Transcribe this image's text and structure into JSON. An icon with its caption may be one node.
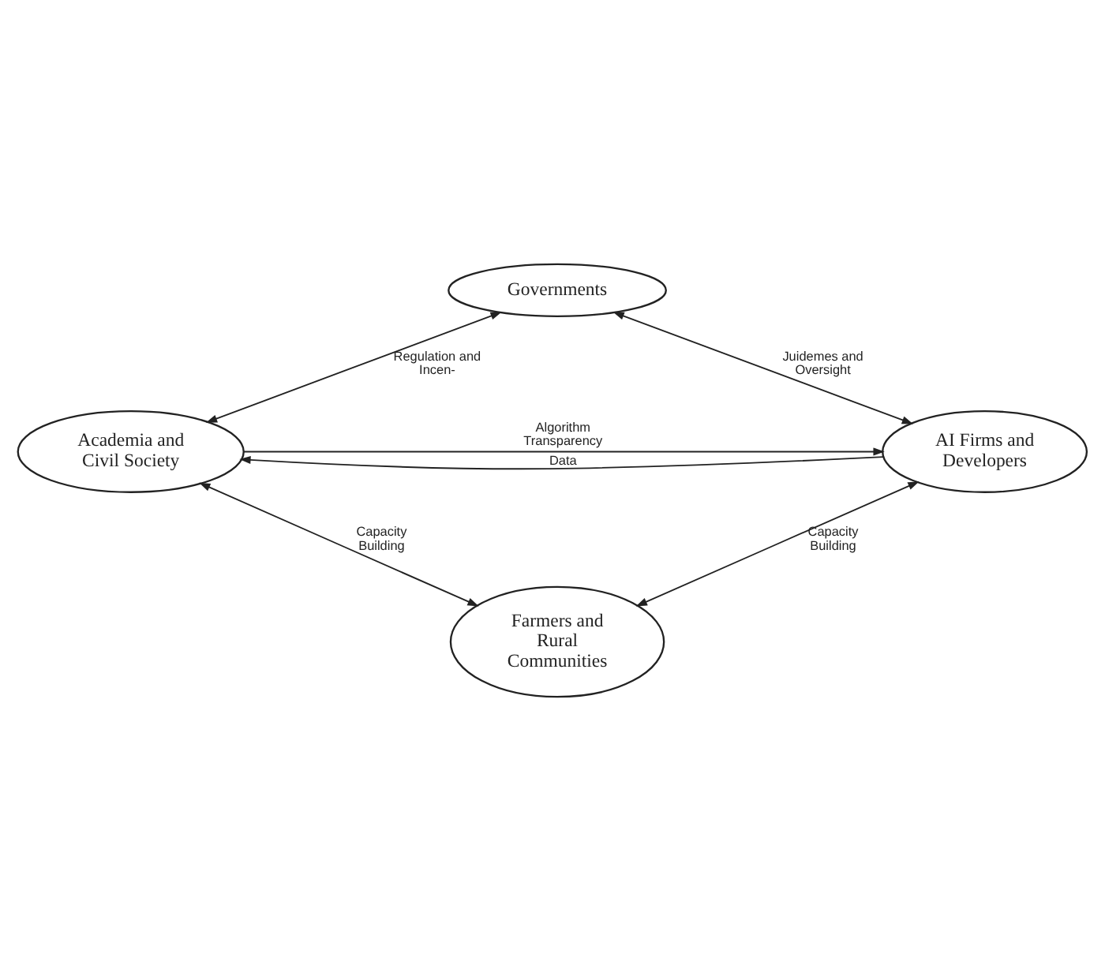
{
  "diagram": {
    "nodes": [
      {
        "text": [
          "Governments"
        ]
      },
      {
        "text": [
          "Academia and Civil Society"
        ]
      },
      {
        "text": [
          "AI Firms and Developers"
        ]
      },
      {
        "text": [
          "Farmers and Rural Communities"
        ]
      }
    ],
    "edges": [
      {
        "from": 0,
        "to": 1,
        "arrow": "both",
        "label": "Regulation and Incen-"
      },
      {
        "from": 0,
        "to": 2,
        "arrow": "both",
        "label": "Juidemes and Oversight"
      },
      {
        "from": 2,
        "to": 1,
        "arrow": "to",
        "label": "Data"
      },
      {
        "from": 1,
        "to": 2,
        "arrow": "to",
        "label": "Algorithm Transparency"
      },
      {
        "from": 1,
        "to": 3,
        "arrow": "both",
        "label": "Capacity Building"
      },
      {
        "from": 2,
        "to": 3,
        "arrow": "both",
        "label": "Capacity Building"
      }
    ]
  }
}
